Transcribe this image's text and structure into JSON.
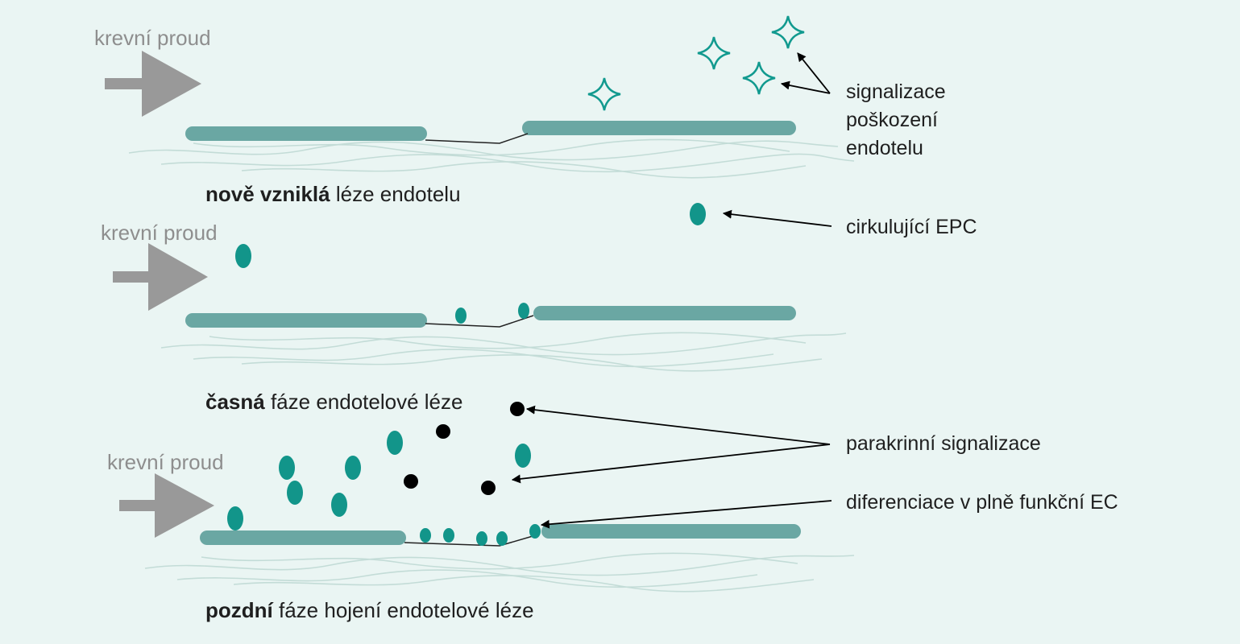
{
  "colors": {
    "background": "#eaf5f3",
    "endothelium": "#6aa7a3",
    "epc_cell": "#12958a",
    "paracrine_dot": "#000000",
    "flow_arrow": "#999999",
    "damage_star": "#129a8f",
    "tissue_fibers": "#c3dcd7"
  },
  "icons": {
    "flow": "arrow-right-icon",
    "damage_signal": "four-point-star-icon",
    "epc": "ellipse-cell-icon",
    "paracrine": "dot-icon"
  },
  "panels": [
    {
      "flow_label": "krevní proud",
      "caption_bold": "nově vzniklá",
      "caption_rest": " léze endotelu"
    },
    {
      "flow_label": "krevní proud",
      "caption_bold": "časná",
      "caption_rest": " fáze endotelové léze"
    },
    {
      "flow_label": "krevní proud",
      "caption_bold": "pozdní",
      "caption_rest": " fáze hojení endotelové léze"
    }
  ],
  "annotations": {
    "damage_signaling": [
      "signalizace",
      "poškození",
      "endotelu"
    ],
    "circulating_epc": "cirkulující EPC",
    "paracrine_signaling": "parakrinní signalizace",
    "differentiation": "diferenciace v plně funkční EC"
  }
}
